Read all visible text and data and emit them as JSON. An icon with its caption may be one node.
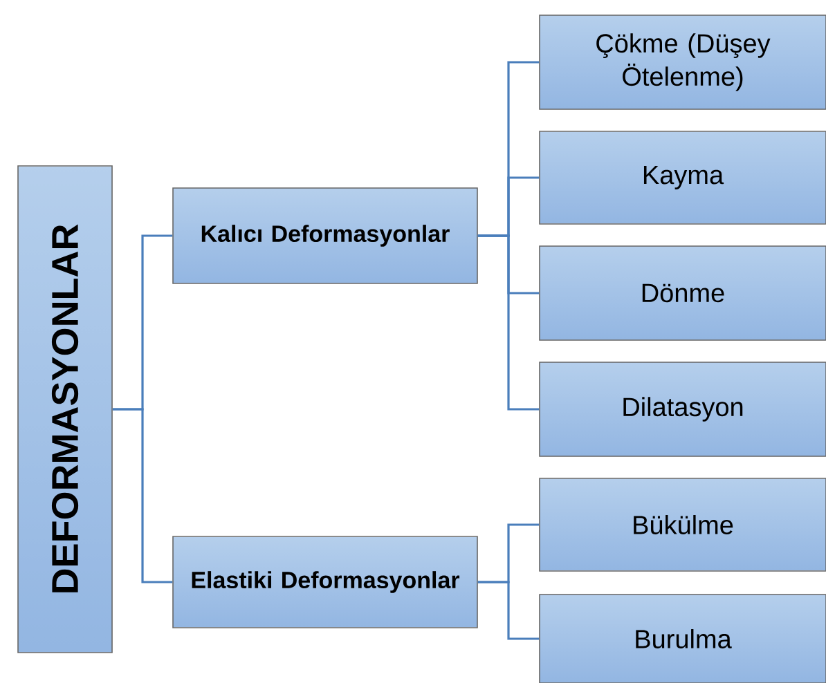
{
  "diagram": {
    "nodes": [
      {
        "text": [
          "DEFORMASYONLAR"
        ]
      },
      {
        "text": [
          "Kalıcı Deformasyonlar"
        ]
      },
      {
        "text": [
          "Elastiki Deformasyonlar"
        ]
      },
      {
        "text": [
          "Çökme (Düşey Ötelenme)"
        ]
      },
      {
        "text": [
          "Kayma"
        ]
      },
      {
        "text": [
          "Dönme"
        ]
      },
      {
        "text": [
          "Dilatasyon"
        ]
      },
      {
        "text": [
          "Bükülme"
        ]
      },
      {
        "text": [
          "Burulma"
        ]
      }
    ],
    "edges": [
      {
        "from": 0,
        "to": 1,
        "arrow": "none"
      },
      {
        "from": 0,
        "to": 2,
        "arrow": "none"
      },
      {
        "from": 1,
        "to": 3,
        "arrow": "none"
      },
      {
        "from": 1,
        "to": 4,
        "arrow": "none"
      },
      {
        "from": 1,
        "to": 5,
        "arrow": "none"
      },
      {
        "from": 1,
        "to": 6,
        "arrow": "none"
      },
      {
        "from": 2,
        "to": 7,
        "arrow": "none"
      },
      {
        "from": 2,
        "to": 8,
        "arrow": "none"
      }
    ]
  }
}
